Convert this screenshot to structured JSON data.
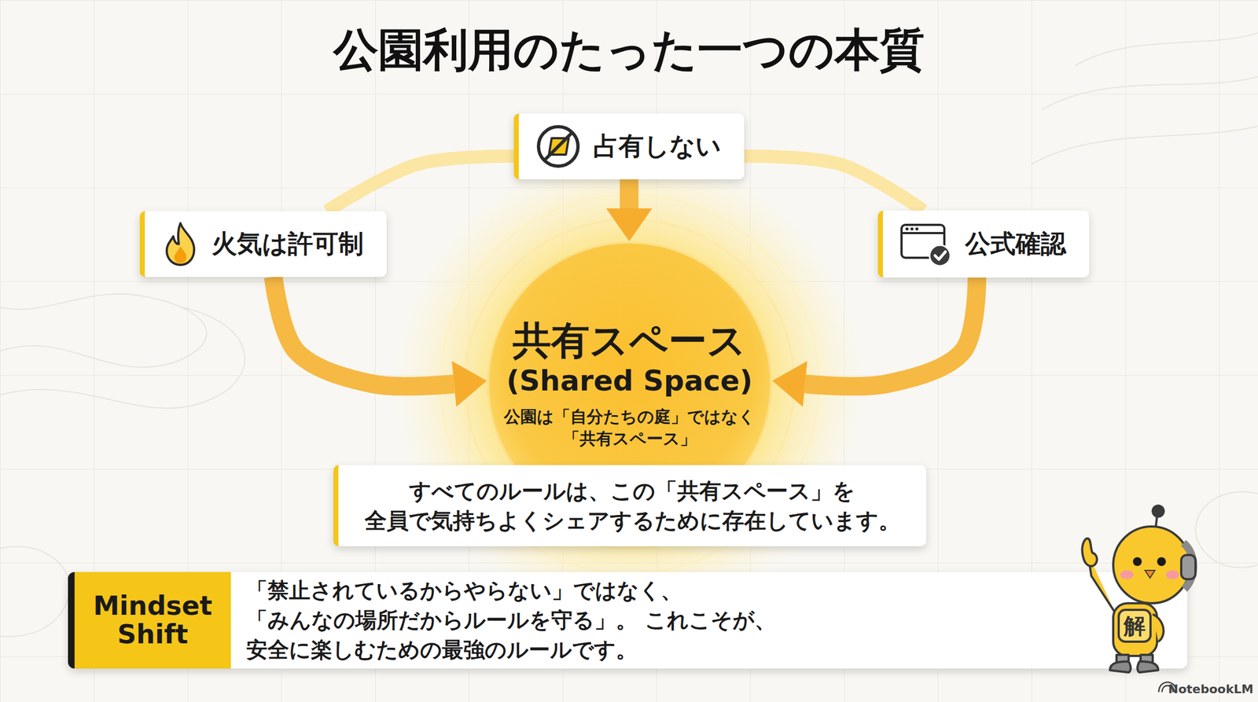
{
  "diagram": {
    "title": "公園利用のたった一つの本質",
    "nodes": [
      {
        "text": [
          "占有しない"
        ]
      },
      {
        "text": [
          "火気は許可制"
        ]
      },
      {
        "text": [
          "公式確認"
        ]
      },
      {
        "text": [
          "共有スペース",
          "(Shared Space)",
          "公園は「自分たちの庭」ではなく 「共有スペース」"
        ]
      },
      {
        "text": [
          "すべてのルールは、この「共有スペース」を 全員で気持ちよくシェアするために存在しています。"
        ]
      },
      {
        "text": [
          "Mindset Shift",
          "「禁止されているからやらない」ではなく、「みんなの場所だからルールを守る」。 これこそが、安全に楽しむための最強のルールです。"
        ]
      }
    ],
    "edges": [
      {
        "from": 0,
        "to": 1,
        "arrow": "none"
      },
      {
        "from": 0,
        "to": 2,
        "arrow": "none"
      },
      {
        "from": 1,
        "to": 3,
        "arrow": "to"
      },
      {
        "from": 0,
        "to": 3,
        "arrow": "to"
      },
      {
        "from": 2,
        "to": 3,
        "arrow": "to"
      }
    ],
    "labels": [
      "解",
      "NotebookLM"
    ]
  }
}
